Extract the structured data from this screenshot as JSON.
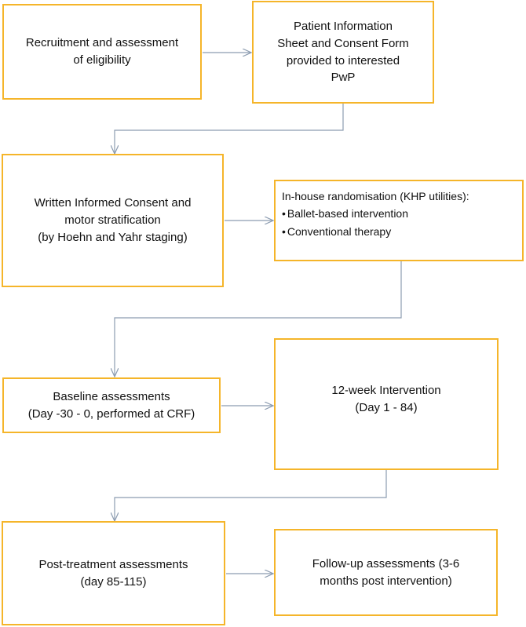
{
  "boxes": {
    "recruitment": [
      "Recruitment and assessment",
      "of eligibility"
    ],
    "patient_info": [
      "Patient Information",
      "Sheet and Consent Form",
      "provided to interested",
      "PwP"
    ],
    "consent": [
      "Written Informed Consent and",
      "motor stratification",
      "(by Hoehn and Yahr staging)"
    ],
    "randomisation": {
      "heading": "In-house randomisation (KHP utilities):",
      "items": [
        "Ballet-based intervention",
        "Conventional therapy"
      ]
    },
    "baseline": [
      "Baseline assessments",
      "(Day -30 - 0, performed at CRF)"
    ],
    "intervention": [
      "12-week Intervention",
      "(Day 1 - 84)"
    ],
    "post_treatment": [
      "Post-treatment assessments",
      "(day 85-115)"
    ],
    "follow_up": [
      "Follow-up assessments (3-6",
      "months post intervention)"
    ]
  },
  "colors": {
    "box_border": "#f5b52a",
    "arrow": "#8c9cb0"
  }
}
